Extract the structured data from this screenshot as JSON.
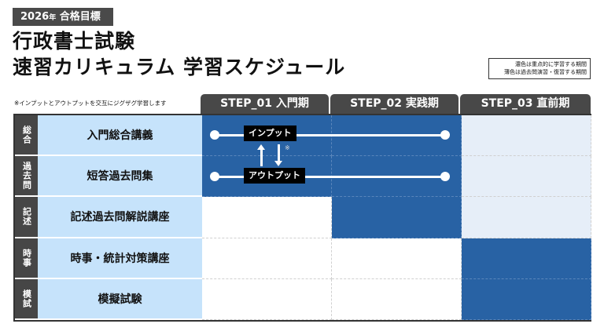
{
  "badge": {
    "year": "2026",
    "year_suffix": "年",
    "text": "合格目標"
  },
  "title": {
    "line1": "行政書士試験",
    "line2": "速習カリキュラム 学習スケジュール"
  },
  "legend": {
    "line1": "濃色は重点的に学習する期間",
    "line2": "薄色は過去問演習・復習する期間"
  },
  "note": "※インプットとアウトプットを交互にジグザグ学習します",
  "steps": [
    "STEP_01 入門期",
    "STEP_02 実践期",
    "STEP_03 直前期"
  ],
  "rows": [
    {
      "tag": "総合",
      "name": "入門総合講義",
      "cells": [
        "dark",
        "dark",
        "light"
      ]
    },
    {
      "tag": "過去問",
      "name": "短答過去問集",
      "cells": [
        "dark",
        "dark",
        "light"
      ]
    },
    {
      "tag": "記述",
      "name": "記述過去問解説講座",
      "cells": [
        "white",
        "dark",
        "light"
      ]
    },
    {
      "tag": "時事",
      "name": "時事・統計対策講座",
      "cells": [
        "white",
        "white",
        "dark"
      ]
    },
    {
      "tag": "模試",
      "name": "模擬試験",
      "cells": [
        "white",
        "white",
        "dark"
      ]
    }
  ],
  "flow": {
    "input": "インプット",
    "output": "アウトプット",
    "mark": "※"
  },
  "colors": {
    "dark": "#2862a4",
    "light": "#e6eef8",
    "name_bg": "#c6e3fb",
    "header": "#484848"
  }
}
